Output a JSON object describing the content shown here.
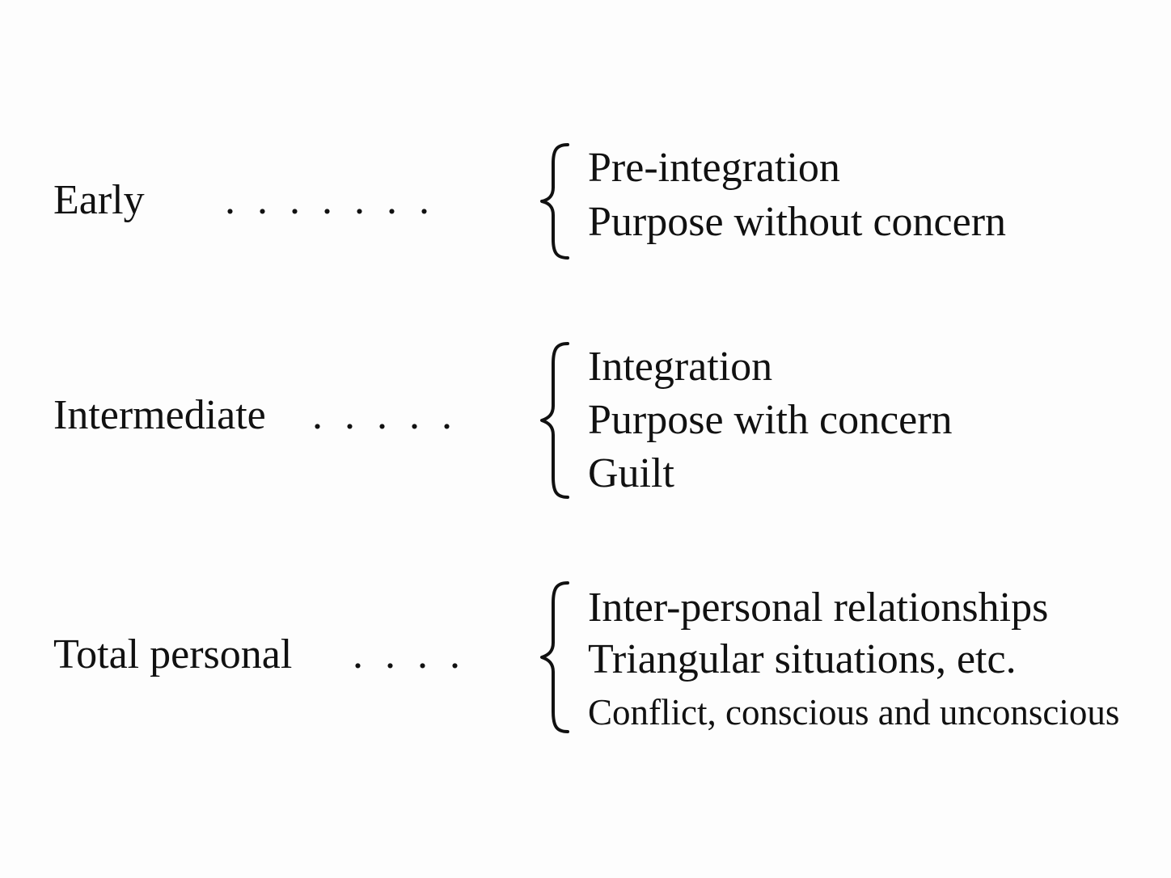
{
  "groups": [
    {
      "label": "Early",
      "leader": ". . . . . . .",
      "items": [
        "Pre-integration",
        "Purpose without concern"
      ]
    },
    {
      "label": "Intermediate",
      "leader": ". . . . .",
      "items": [
        "Integration",
        "Purpose with concern",
        "Guilt"
      ]
    },
    {
      "label": "Total personal",
      "leader": ". . . .",
      "items": [
        "Inter-personal relationships",
        "Triangular situations, etc.",
        "Conflict, conscious and unconscious"
      ]
    }
  ]
}
